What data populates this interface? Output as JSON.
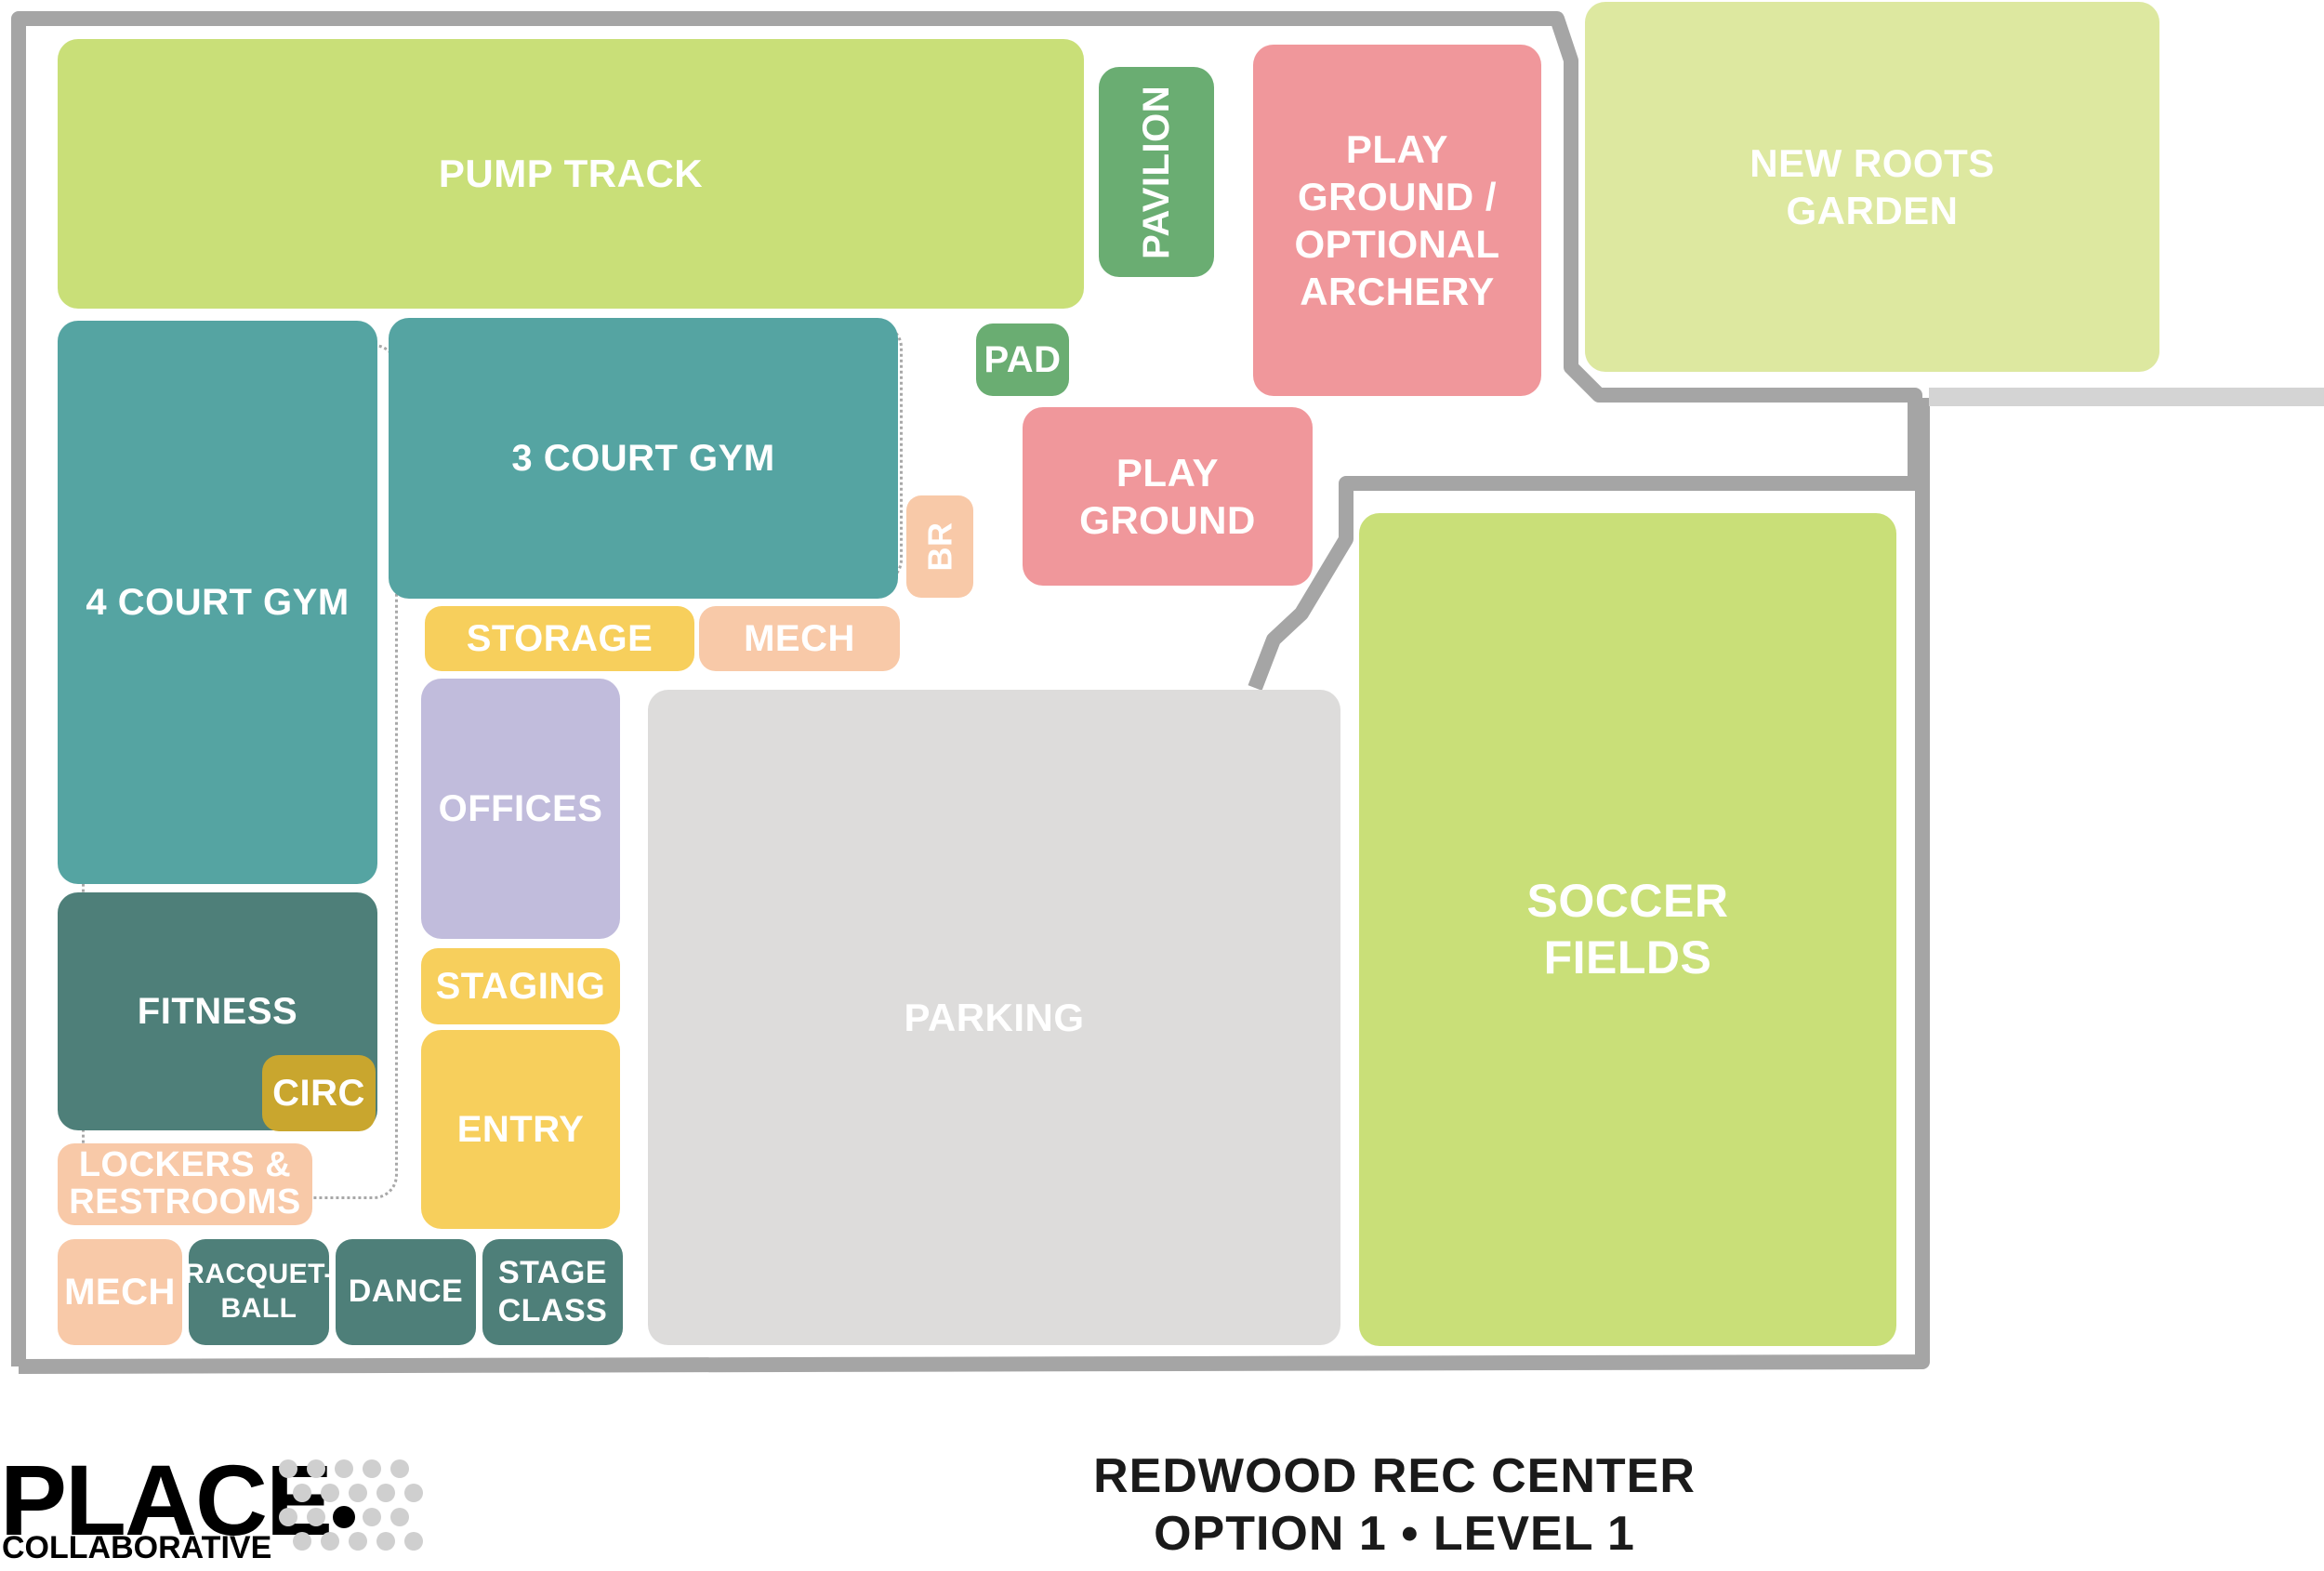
{
  "spaces": {
    "pump_track": "PUMP TRACK",
    "pavilion": "PAVILION",
    "playground_archery": "PLAY\nGROUND /\nOPTIONAL\nARCHERY",
    "new_roots_garden": "NEW ROOTS\nGARDEN",
    "pad": "PAD",
    "playground": "PLAY\nGROUND",
    "four_court_gym": "4 COURT GYM",
    "three_court_gym": "3 COURT GYM",
    "br": "BR",
    "storage": "STORAGE",
    "mech_upper": "MECH",
    "offices": "OFFICES",
    "parking": "PARKING",
    "soccer_fields": "SOCCER\nFIELDS",
    "fitness": "FITNESS",
    "circ": "CIRC",
    "staging": "STAGING",
    "entry": "ENTRY",
    "lockers_restrooms": "LOCKERS &\nRESTROOMS",
    "mech_lower": "MECH",
    "racquetball": "RACQUET-\nBALL",
    "dance": "DANCE",
    "stage_class": "STAGE\nCLASS"
  },
  "logo": {
    "word": "PLACE",
    "sub": "COLLABORATIVE"
  },
  "title": {
    "line1": "REDWOOD REC CENTER",
    "line2": "OPTION 1 • LEVEL 1"
  },
  "colors": {
    "lime": "#c9df78",
    "green": "#6aad72",
    "pink": "#f0979b",
    "pale_green": "#dde8a0",
    "teal": "#55a4a2",
    "dark_teal": "#4e7f79",
    "peach": "#f8c9a8",
    "yellow": "#f7cf5c",
    "olive": "#c9a62e",
    "lavender": "#c1bcdc",
    "gray": "#dddcdb",
    "outline": "#a5a5a5"
  }
}
